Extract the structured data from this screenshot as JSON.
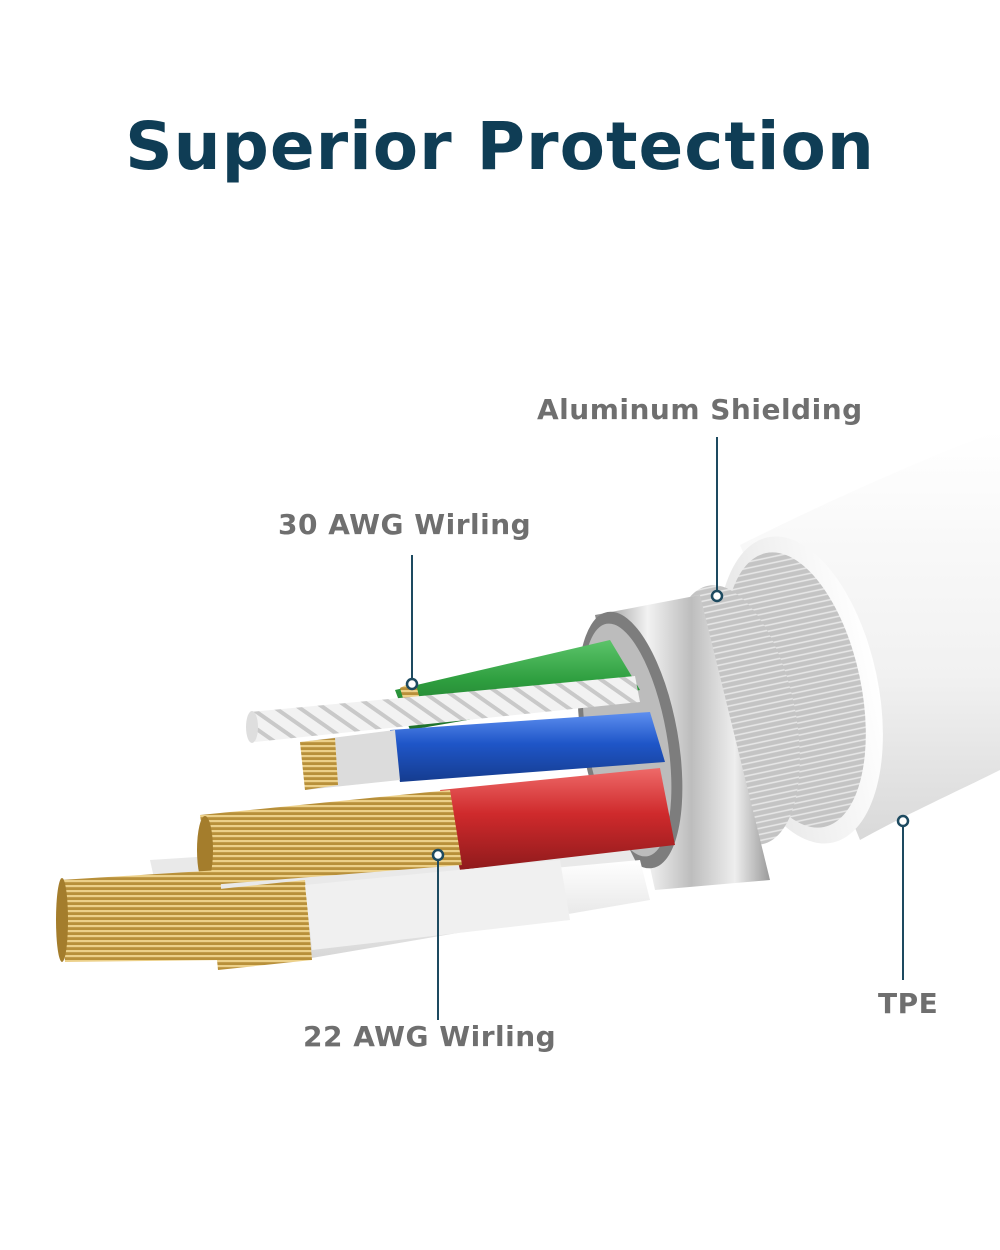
{
  "title": "Superior Protection",
  "labels": {
    "aluminum_shielding": "Aluminum Shielding",
    "awg30": "30 AWG Wirling",
    "awg22": "22 AWG Wirling",
    "tpe": "TPE"
  },
  "colors": {
    "title": "#0f3d55",
    "label_text": "#6f6f6f",
    "callout_line": "#1d4a60",
    "wire_green": "#2e9e3f",
    "wire_blue": "#1f56c8",
    "wire_red": "#cf2a2c",
    "copper_gold": "#c9a24a",
    "jacket_white": "#f4f4f4",
    "shield_silver": "#c9c9c9"
  }
}
